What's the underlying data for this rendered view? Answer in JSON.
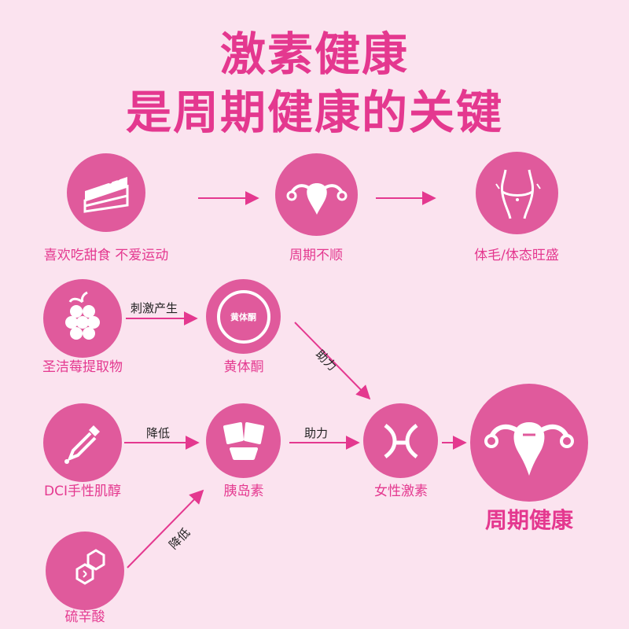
{
  "title": {
    "line1": "激素健康",
    "line2": "是周期健康的关键"
  },
  "nodes": {
    "sweets": "喜欢吃甜食 不爱运动",
    "irregular": "周期不顺",
    "hair": "体毛/体态旺盛",
    "chasteberry": "圣洁莓提取物",
    "progesterone": "黄体酮",
    "progesterone_badge": "黄体酮",
    "dci": "DCI手性肌醇",
    "insulin": "胰岛素",
    "lipoic": "硫辛酸",
    "female_hormone": "女性激素",
    "result": "周期健康"
  },
  "edges": {
    "stimulate": "刺激产生",
    "help1": "助力",
    "lower1": "降低",
    "help2": "助力",
    "lower2": "降低"
  },
  "colors": {
    "accent": "#e4388f",
    "circle": "#e05a9c",
    "background": "#fbe3ef"
  }
}
